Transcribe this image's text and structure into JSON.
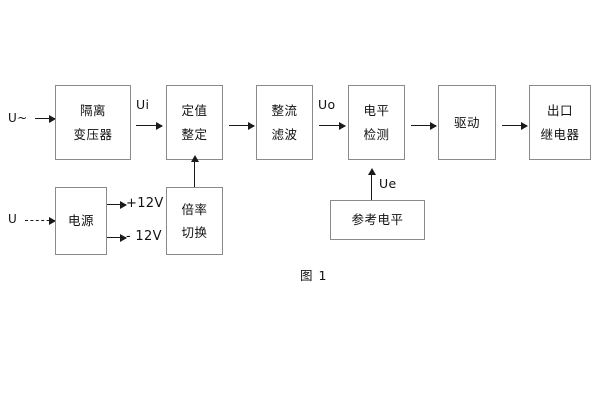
{
  "figure": {
    "caption": "图 1",
    "colors": {
      "box_border": "#8a8a8a",
      "arrow": "#1a1a1a",
      "text": "#111111",
      "background": "#ffffff"
    }
  },
  "inputs": [
    {
      "id": "ac-input",
      "label": "U~",
      "lead_style": "solid"
    },
    {
      "id": "dc-input",
      "label": "U",
      "lead_style": "dashed"
    }
  ],
  "blocks": [
    {
      "id": "isolation-transformer",
      "lines": [
        "隔离",
        "变压器"
      ]
    },
    {
      "id": "setting-value",
      "lines": [
        "定值",
        "整定"
      ]
    },
    {
      "id": "rectify-filter",
      "lines": [
        "整流",
        "滤波"
      ]
    },
    {
      "id": "level-detection",
      "lines": [
        "电平",
        "检测"
      ]
    },
    {
      "id": "drive",
      "lines": [
        "驱动"
      ]
    },
    {
      "id": "output-relay",
      "lines": [
        "出口",
        "继电器"
      ]
    },
    {
      "id": "power-supply",
      "lines": [
        "电源"
      ]
    },
    {
      "id": "multiplier-switch",
      "lines": [
        "倍率",
        "切换"
      ]
    },
    {
      "id": "reference-level",
      "lines": [
        "参考电平"
      ]
    }
  ],
  "signal_labels": [
    {
      "id": "ui",
      "text": "Ui"
    },
    {
      "id": "uo",
      "text": "Uo"
    },
    {
      "id": "ue",
      "text": "Ue"
    }
  ],
  "power_rails": [
    {
      "id": "rail-positive",
      "text": "+12V"
    },
    {
      "id": "rail-negative",
      "text": "- 12V"
    }
  ]
}
